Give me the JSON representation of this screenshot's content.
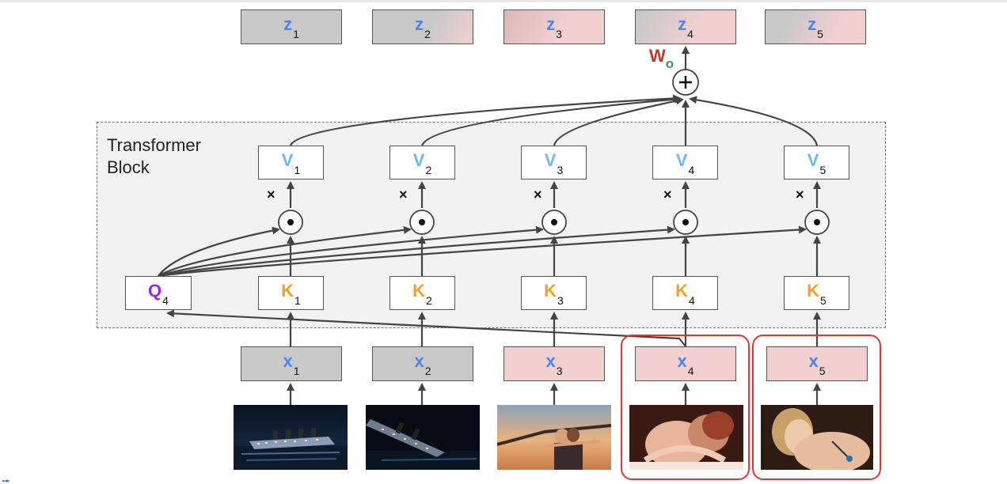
{
  "block_title": "Transformer Block",
  "outputs": [
    {
      "sym": "z",
      "sub": "1"
    },
    {
      "sym": "z",
      "sub": "2"
    },
    {
      "sym": "z",
      "sub": "3"
    },
    {
      "sym": "z",
      "sub": "4"
    },
    {
      "sym": "z",
      "sub": "5"
    }
  ],
  "values": [
    {
      "sym": "V",
      "sub": "1"
    },
    {
      "sym": "V",
      "sub": "2"
    },
    {
      "sym": "V",
      "sub": "3"
    },
    {
      "sym": "V",
      "sub": "4"
    },
    {
      "sym": "V",
      "sub": "5"
    }
  ],
  "keys": [
    {
      "sym": "K",
      "sub": "1"
    },
    {
      "sym": "K",
      "sub": "2"
    },
    {
      "sym": "K",
      "sub": "3"
    },
    {
      "sym": "K",
      "sub": "4"
    },
    {
      "sym": "K",
      "sub": "5"
    }
  ],
  "query": {
    "sym": "Q",
    "sub": "4"
  },
  "inputs": [
    {
      "sym": "x",
      "sub": "1"
    },
    {
      "sym": "x",
      "sub": "2"
    },
    {
      "sym": "x",
      "sub": "3"
    },
    {
      "sym": "x",
      "sub": "4"
    },
    {
      "sym": "x",
      "sub": "5"
    }
  ],
  "weight": {
    "sym": "W",
    "sub": "o"
  },
  "ops": {
    "multiply": "×",
    "dot": "⊙",
    "sum": "+"
  },
  "colors": {
    "z_x": "#4a86e8",
    "value": "#6fb8f0",
    "key": "#f0a030",
    "query": "#9b27e0",
    "input_pink": "#f2cfd1",
    "input_gray": "#c9c9c9",
    "highlight": "#d93a32",
    "weight_w": "#c0392b",
    "weight_o": "#3c9a4a"
  },
  "images": [
    "ship-night-image",
    "sinking-ship-image",
    "couple-bow-image",
    "embrace-image",
    "portrait-image"
  ]
}
